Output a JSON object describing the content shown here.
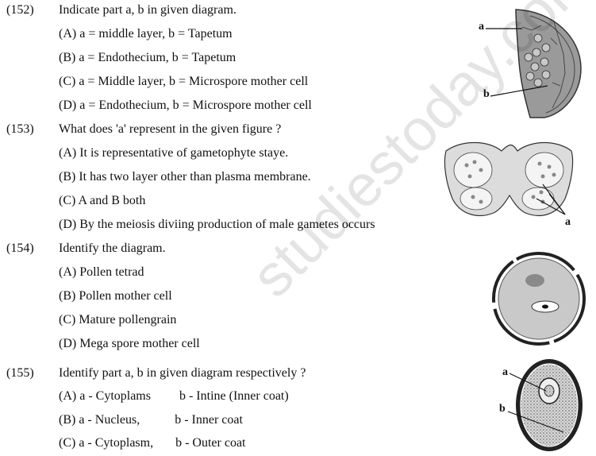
{
  "questions": [
    {
      "number": "(152)",
      "text": "Indicate part a, b in given diagram.",
      "options": [
        "(A) a = middle layer, b = Tapetum",
        "(B) a = Endothecium,  b = Tapetum",
        "(C) a = Middle layer,    b = Microspore mother cell",
        "(D) a = Endothecium, b = Microspore mother cell"
      ],
      "figure_labels": [
        "a",
        "b"
      ]
    },
    {
      "number": "(153)",
      "text": "What does 'a' represent in the given figure ?",
      "options": [
        "(A) It is representative of gametophyte staye.",
        "(B) It has two layer other than plasma membrane.",
        "(C) A and B both",
        "(D) By the meiosis diviing production of male gametes occurs"
      ],
      "figure_labels": [
        "a"
      ]
    },
    {
      "number": "(154)",
      "text": "Identify the diagram.",
      "options": [
        "(A) Pollen tetrad",
        "(B) Pollen mother cell",
        "(C) Mature pollengrain",
        "(D) Mega spore mother cell"
      ]
    },
    {
      "number": "(155)",
      "text": "Identify part a, b in given diagram respectively ?",
      "options": [
        "(A) a - Cytoplams         b - Intine (Inner coat)",
        "(B) a - Nucleus,           b - Inner coat",
        "(C) a - Cytoplasm,       b - Outer coat"
      ],
      "figure_labels": [
        "a",
        "b"
      ]
    }
  ],
  "watermark": "studiestoday.com"
}
